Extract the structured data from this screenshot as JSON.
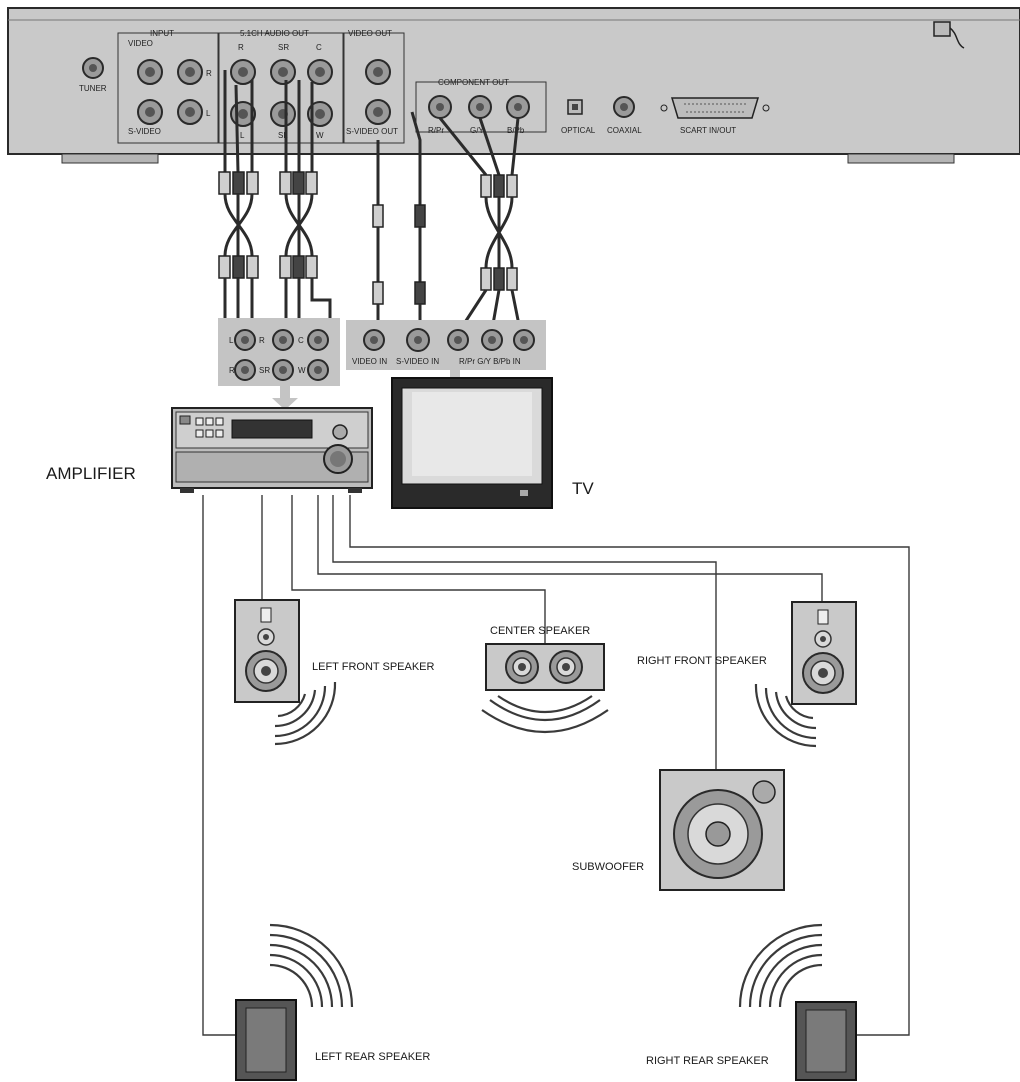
{
  "player_panel": {
    "tuner": "TUNER",
    "input_group": "INPUT",
    "video": "VIDEO",
    "s_video": "S-VIDEO",
    "input_r": "R",
    "input_l": "L",
    "audio_out_group": "5.1CH AUDIO OUT",
    "ch_r": "R",
    "ch_sr": "SR",
    "ch_c": "C",
    "ch_l": "L",
    "ch_sl": "SL",
    "ch_w": "W",
    "video_out_group": "VIDEO OUT",
    "s_video_out": "S-VIDEO OUT",
    "component_out_group": "COMPONENT OUT",
    "comp_r": "R/Pr",
    "comp_g": "G/Y",
    "comp_b": "B/Pb",
    "optical": "OPTICAL",
    "coaxial": "COAXIAL",
    "scart": "SCART IN/OUT"
  },
  "amp_panel": {
    "l": "L",
    "r_top": "R",
    "c": "C",
    "r_bottom": "R",
    "sr": "SR",
    "w": "W"
  },
  "tv_panel": {
    "video_in": "VIDEO IN",
    "s_video_in": "S-VIDEO IN",
    "component_in": "R/Pr G/Y B/Pb IN"
  },
  "labels": {
    "amplifier": "AMPLIFIER",
    "tv": "TV",
    "left_front": "LEFT FRONT SPEAKER",
    "center": "CENTER SPEAKER",
    "right_front": "RIGHT FRONT SPEAKER",
    "subwoofer": "SUBWOOFER",
    "left_rear": "LEFT REAR SPEAKER",
    "right_rear": "RIGHT REAR SPEAKER"
  }
}
